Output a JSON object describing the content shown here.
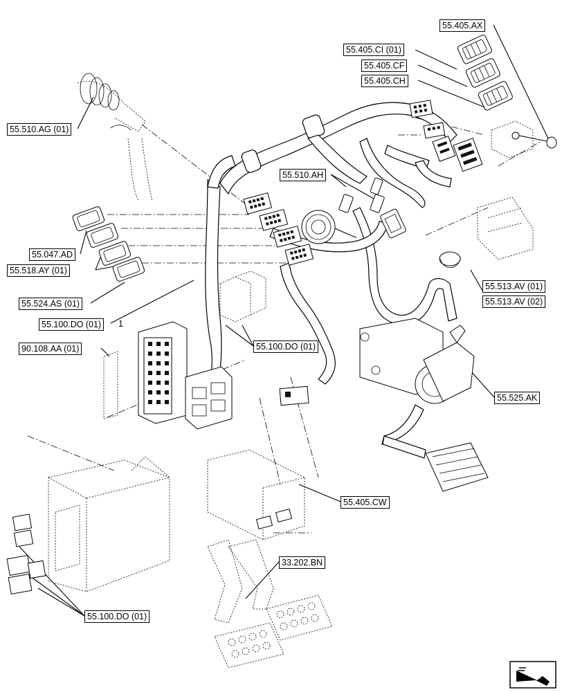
{
  "callouts": [
    {
      "id": "55.405.AX",
      "label": "55.405.AX"
    },
    {
      "id": "55.405.CI_01",
      "label": "55.405.CI (01)"
    },
    {
      "id": "55.405.CF",
      "label": "55.405.CF"
    },
    {
      "id": "55.405.CH",
      "label": "55.405.CH"
    },
    {
      "id": "55.510.AG_01",
      "label": "55.510.AG (01)"
    },
    {
      "id": "55.510.AH",
      "label": "55.510.AH"
    },
    {
      "id": "55.047.AD",
      "label": "55.047.AD"
    },
    {
      "id": "55.518.AY_01",
      "label": "55.518.AY (01)"
    },
    {
      "id": "55.524.AS_01",
      "label": "55.524.AS (01)"
    },
    {
      "id": "55.100.DO_01_a",
      "label": "55.100.DO (01)"
    },
    {
      "id": "55.100.DO_01_b",
      "label": "55.100.DO (01)"
    },
    {
      "id": "90.108.AA_01",
      "label": "90.108.AA (01)"
    },
    {
      "id": "55.513.AV_01",
      "label": "55.513.AV (01)"
    },
    {
      "id": "55.513.AV_02",
      "label": "55.513.AV (02)"
    },
    {
      "id": "55.525.AK",
      "label": "55.525.AK"
    },
    {
      "id": "55.405.CW",
      "label": "55.405.CW"
    },
    {
      "id": "33.202.BN",
      "label": "33.202.BN"
    },
    {
      "id": "55.100.DO_01_c",
      "label": "55.100.DO (01)"
    }
  ],
  "item_number": "1",
  "nav_icon": "next-page-arrow-icon"
}
